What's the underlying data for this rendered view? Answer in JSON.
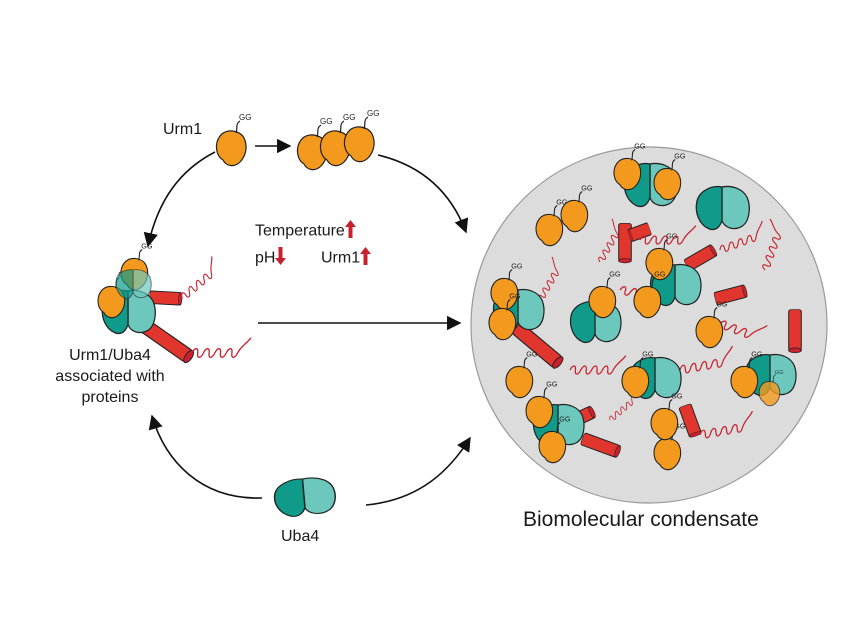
{
  "labels": {
    "urm1": "Urm1",
    "temperature": "Temperature",
    "ph": "pH",
    "urm1_increase": "Urm1",
    "complex": "Urm1/Uba4 associated with proteins",
    "uba4": "Uba4",
    "condensate": "Biomolecular condensate",
    "gg": "GG"
  },
  "colors": {
    "urm1": "#f39a1e",
    "uba4_dark": "#0f9a8a",
    "uba4_light": "#6cc7bd",
    "helix": "#c8202c",
    "rod": "#e0362e",
    "indicator_arrow": "#c8202c",
    "condensate_fill": "#dcdcdc",
    "condensate_edge": "#9a9a9a"
  },
  "icons": {
    "temperature_change": "arrow-up-icon",
    "ph_change": "arrow-down-icon",
    "urm1_change": "arrow-up-icon"
  }
}
